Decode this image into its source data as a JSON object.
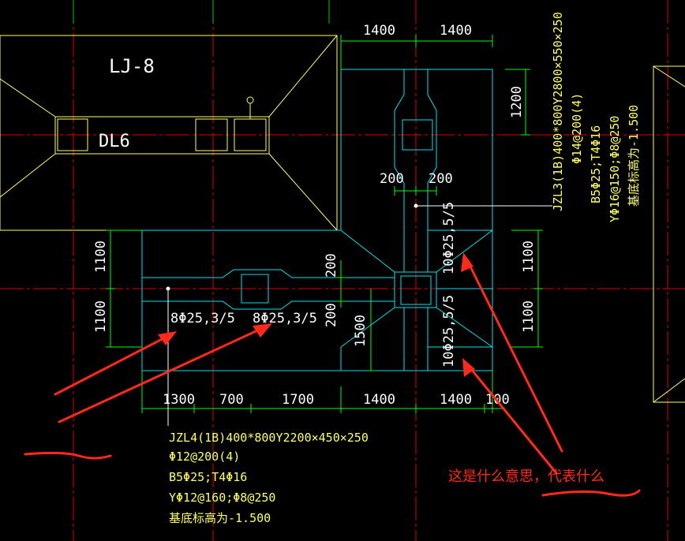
{
  "labels": {
    "lj8": "LJ-8",
    "dl6": "DL6"
  },
  "dims": {
    "top1": "1400",
    "top2": "1400",
    "right_top": "1200",
    "mid200a": "200",
    "mid200b": "200",
    "left_top": "1100",
    "left_bot": "1100",
    "right_mid_top": "1100",
    "right_mid_bot": "1100",
    "v200a": "200",
    "v200b": "200",
    "v1500": "1500",
    "bot1": "1300",
    "bot2": "700",
    "bot3": "1700",
    "bot4": "1400",
    "bot5": "1400",
    "bot6": "100"
  },
  "rebar": {
    "left1": "8Φ25,3/5",
    "left2": "8Φ25,3/5",
    "vert_top": "10Φ25,5/5",
    "vert_bot": "10Φ25,5/5"
  },
  "jzl3": {
    "line1": "JZL3(1B)400*800Y2800×550×250",
    "line2": "Φ14@200(4)",
    "line3": "B5Φ25;T4Φ16",
    "line4": "YΦ16@150;Φ8@250",
    "line5": "基底标高为-1.500"
  },
  "jzl4": {
    "line1": "JZL4(1B)400*800Y2200×450×250",
    "line2": "Φ12@200(4)",
    "line3": "B5Φ25;T4Φ16",
    "line4": "YΦ12@160;Φ8@250",
    "line5": "基底标高为-1.500"
  },
  "question": "这是什么意思，代表什么",
  "colors": {
    "background": "#000000",
    "grid": "#ff0000",
    "cyan": "#00e5ee",
    "yellow": "#ffff66",
    "green": "#00ff00",
    "annotation": "#ff2a1a"
  }
}
